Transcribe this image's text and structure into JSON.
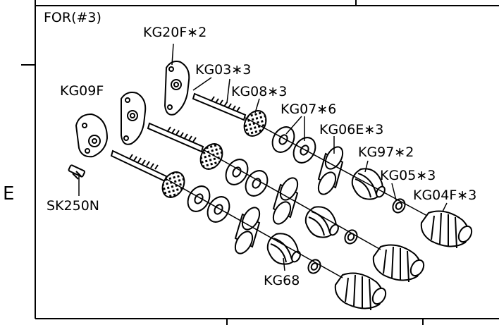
{
  "diagram": {
    "section_label": "FOR(#3)",
    "side_letter": "E",
    "parts": {
      "kg20f": "KG20F∗2",
      "kg03": "KG03∗3",
      "kg09f": "KG09F",
      "kg08": "KG08∗3",
      "kg07": "KG07∗6",
      "kg06e": "KG06E∗3",
      "kg97": "KG97∗2",
      "kg05": "KG05∗3",
      "kg04f": "KG04F∗3",
      "sk250n": "SK250N",
      "kg68": "KG68"
    }
  }
}
